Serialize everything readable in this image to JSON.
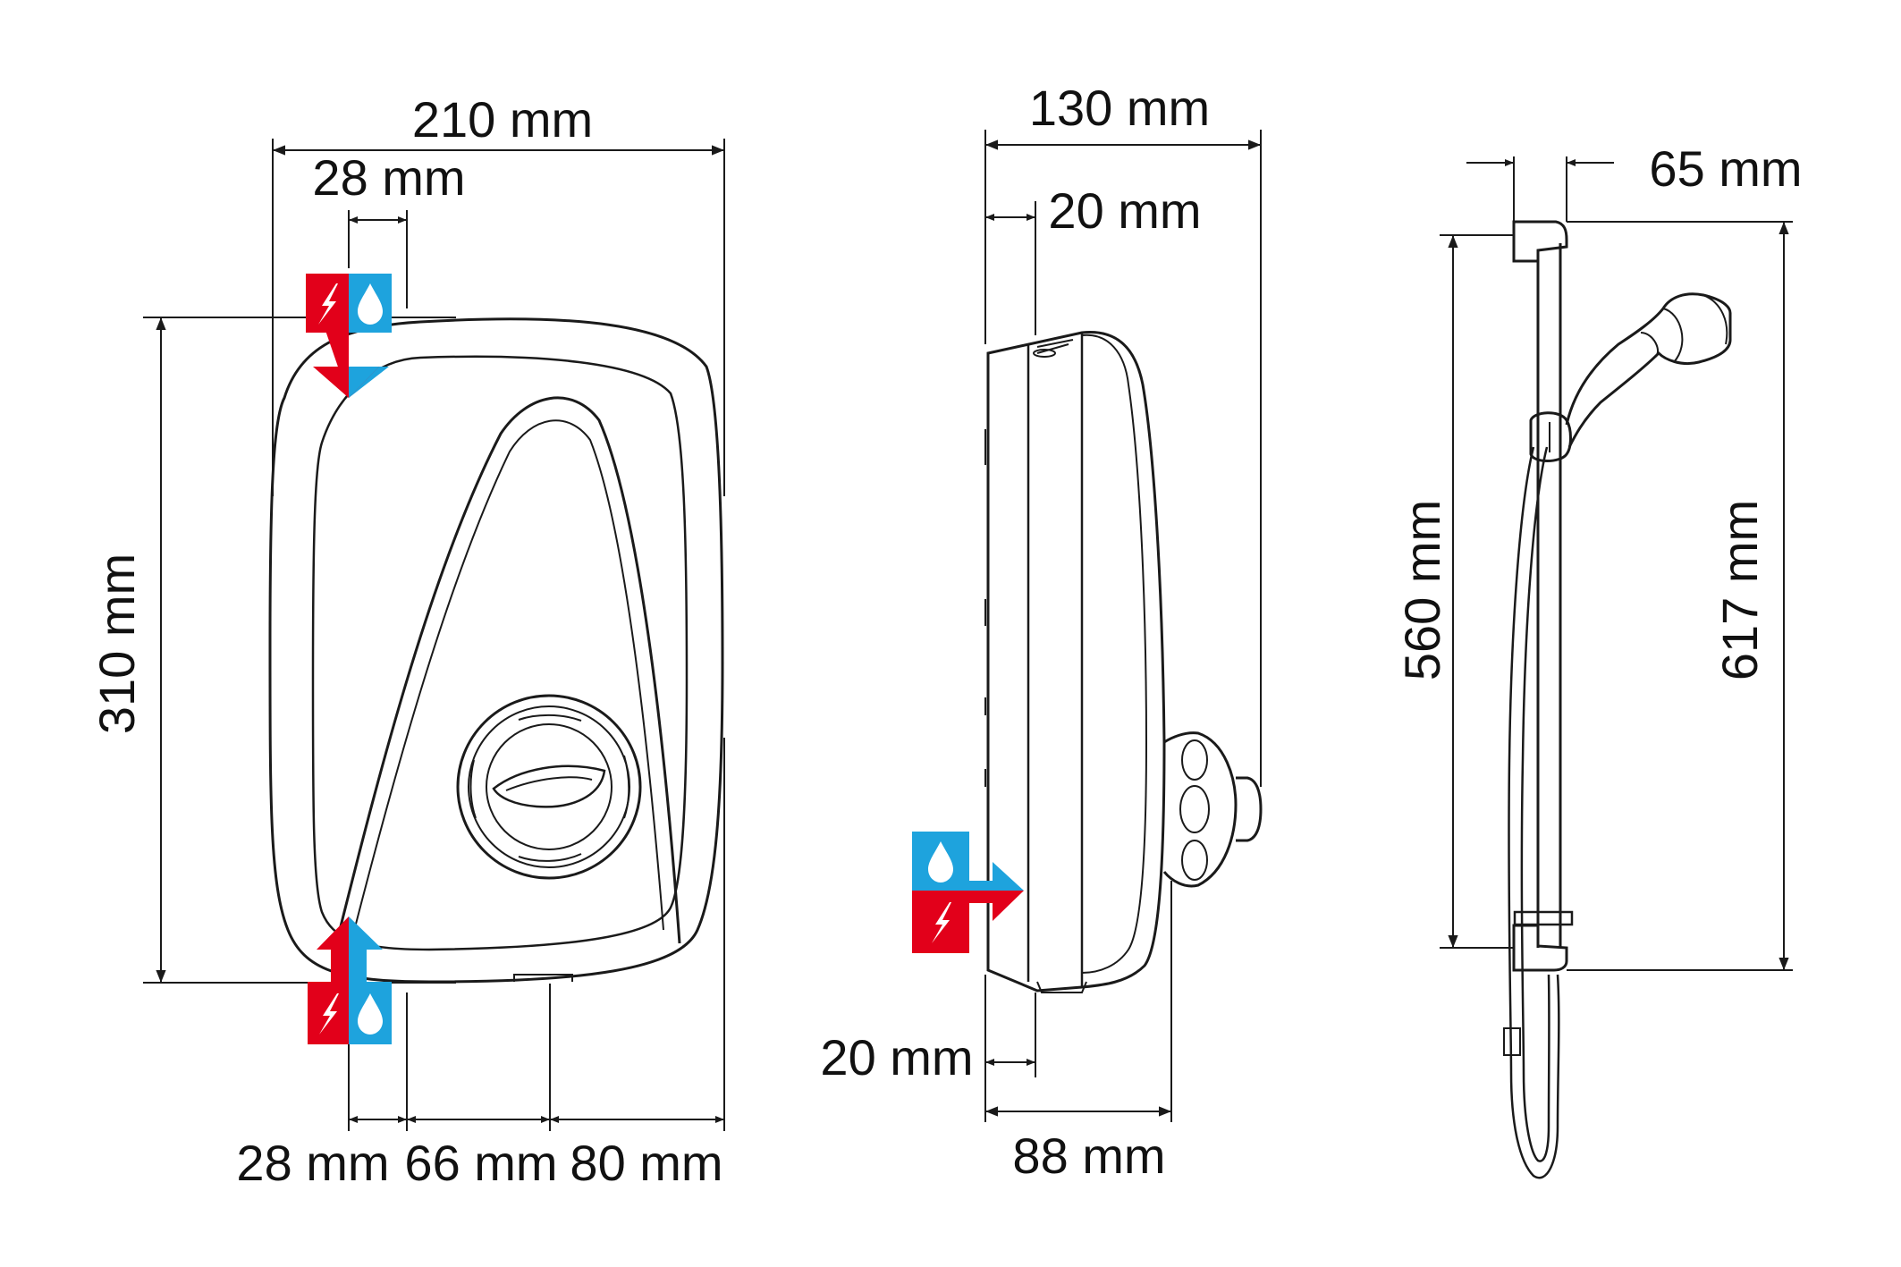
{
  "colors": {
    "line": "#1a1a1a",
    "electric_red": "#e2001a",
    "water_blue": "#1ea3dd",
    "background": "#ffffff"
  },
  "icons": {
    "electric": "lightning-bolt-icon",
    "water": "water-drop-icon"
  },
  "front_view": {
    "width": "210 mm",
    "top_inlet_offset": "28 mm",
    "height": "310 mm",
    "bottom_inlet_offset": "28 mm",
    "bottom_mid": "66 mm",
    "bottom_right": "80 mm"
  },
  "side_view": {
    "depth": "130 mm",
    "top_inlet_depth": "20 mm",
    "bottom_inlet_depth": "20 mm",
    "bottom_depth": "88 mm"
  },
  "riser_view": {
    "offset": "65 mm",
    "fixing_centres": "560 mm",
    "overall_height": "617 mm"
  }
}
